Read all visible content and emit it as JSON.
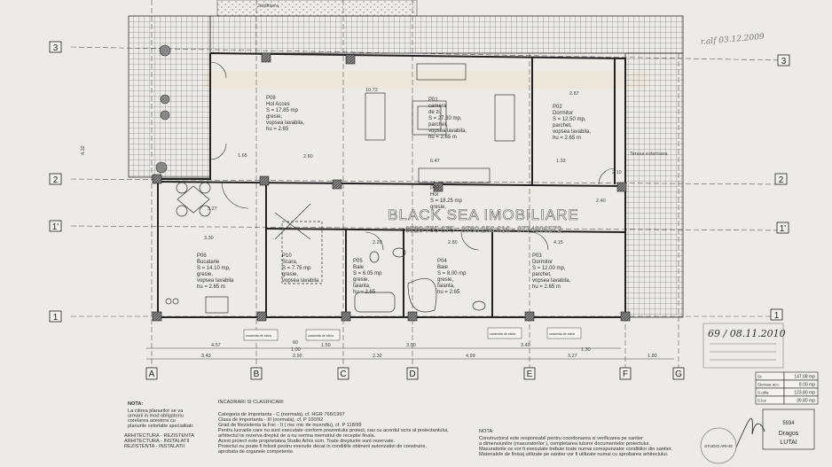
{
  "plan": {
    "jardiniera": "Jardiniera",
    "axes_columns": [
      "A",
      "B",
      "C",
      "D",
      "E",
      "F",
      "G"
    ],
    "axes_rows": [
      "3",
      "2",
      "1'",
      "1"
    ],
    "rooms": [
      {
        "code": "P08",
        "lines": [
          "Hol Acces",
          "S = 17.85 mp",
          "gresie,",
          "vopsea lavabila,",
          "hu = 2.65"
        ]
      },
      {
        "code": "P01",
        "lines": [
          "camera",
          "de zi,",
          "S = 27.30 mp,",
          "parchet,",
          "vopsea lavabila,",
          "hu = 2.65 m"
        ]
      },
      {
        "code": "P02",
        "lines": [
          "Dormitor",
          "S = 12.50 mp,",
          "parchet,",
          "vopsea lavabila,",
          "hu = 2.65 m"
        ]
      },
      {
        "code": "P07",
        "lines": [
          "Hol",
          "S = 18.25 mp",
          "gresie,"
        ]
      },
      {
        "code": "P06",
        "lines": [
          "Bucatarie",
          "S = 14.10 mp,",
          "gresie,",
          "vopsea lavabila",
          "hu = 2.65 m"
        ]
      },
      {
        "code": "P10",
        "lines": [
          "Scara,",
          "S = 7.75 mp",
          "gresie,",
          "vopsea lavabila"
        ]
      },
      {
        "code": "P05",
        "lines": [
          "Baie",
          "S = 6.05 mp",
          "gresie,",
          "faianta,",
          "hu = 2.65"
        ]
      },
      {
        "code": "P04",
        "lines": [
          "Baie",
          "S = 8.00 mp",
          "gresie,",
          "faianta,",
          "hu = 2.65"
        ]
      },
      {
        "code": "P03",
        "lines": [
          "Dormitor",
          "S = 12.00 mp,",
          "parchet,",
          "vopsea lavabila,",
          "hu = 2.65 m"
        ]
      }
    ],
    "terasa_label": "Terasa exterioara",
    "dims": {
      "d1": "10.72",
      "d2": "2.60",
      "d3": "6.47",
      "d4": "1.92",
      "d5": "2.87",
      "d6": "1.65",
      "d7": "3.27",
      "d8": "3.30",
      "d9": "2.20",
      "d10": "2.80",
      "d11": "4.15",
      "d12": "2.40",
      "d13": "4.32",
      "d14": "2.10",
      "b1": "4.57",
      "b2": "1.50",
      "b3": "3.00",
      "b4": "3.40",
      "b5": "3.43",
      "b6": "2.90",
      "b7": "2.32",
      "b8": "4.99",
      "b9": "3.27",
      "b10": "1.80",
      "b11": "60",
      "b12": "1.00",
      "b13": "1.30"
    },
    "glass_labels": [
      "caramida de sticla",
      "caramida de sticla",
      "caramida de sticla",
      "caramida de sticla"
    ],
    "handwritten_top": "r.alf 03.12.2009",
    "stamp_date": "69 / 08.11.2010"
  },
  "watermark": {
    "title": "BLACK SEA IMOBILIARE",
    "phones": "0728 755 075 - 0730 256 616 - 0774006573"
  },
  "notes": {
    "left_title": "NOTA:",
    "left_lines": [
      "La citirea planurilor se va",
      "urmarii in mod obligatoriu",
      "corelarea acestora cu",
      "planurile celorlalte specialitati:"
    ],
    "left_specs": [
      "ARHITECTURA - REZISTENTA",
      "ARHITECTURA - INSTALATII",
      "REZISTENTA - INSTALATII"
    ],
    "mid_title": "INCADRARI SI CLASIFICARI",
    "mid_lines": [
      "Categoria de Importanta - C (normala), cf. HGR 766/1997",
      "Clasa de Importanta - III (normala), cf. P 100/92",
      "Grad de Rezistenta la Foc - II ( risc mic de incendiu), cf. P 118/99",
      "Pentru lucrarile care nu sunt executate conform prezentului proiect, sau cu acordul scris al proiectantului,",
      "arhitectul isi rezerva dreptul de a nu semna memoriul de receptie finala.",
      "Acest proiect este proprietatea Studio Arhis scm. Toate drepturile sunt rezervate.",
      "Proiectul nu poate fi folosit pentru executie decat in conditiile obtinerii autorizatiei de construire,",
      "aprobata de organele competente."
    ],
    "right_title": "NOTA:",
    "right_lines": [
      "Constructorul este responsabil pentru coordonarea si verificarea pe santier",
      "a dimensiunilor (masuratorilor ), completarea tuturor documentelor proiectului.",
      "Masuratorile ce vor fi executate trebuie toate numai corespunzator conditiilor din santier.",
      "Materialele de finisaj utilizate pe santier vor fi utilizate numai cu aprobarea arhitectului."
    ]
  },
  "areas_table": [
    {
      "label": "Sc",
      "value": "147.08 mp"
    },
    {
      "label": "Sterasa acc.",
      "value": "8.00 mp"
    },
    {
      "label": "S.utila",
      "value": "123.80 mp"
    },
    {
      "label": "S.loc",
      "value": "39.80 mp"
    }
  ],
  "architect_stamp": {
    "number": "5934",
    "name_first": "Dragos",
    "name_last": "LUTAI"
  },
  "studio_stamp": "STUDIO ARHIS",
  "colors": {
    "paper": "#e9e8e4",
    "ink": "#333333",
    "hatch": "#555555"
  }
}
